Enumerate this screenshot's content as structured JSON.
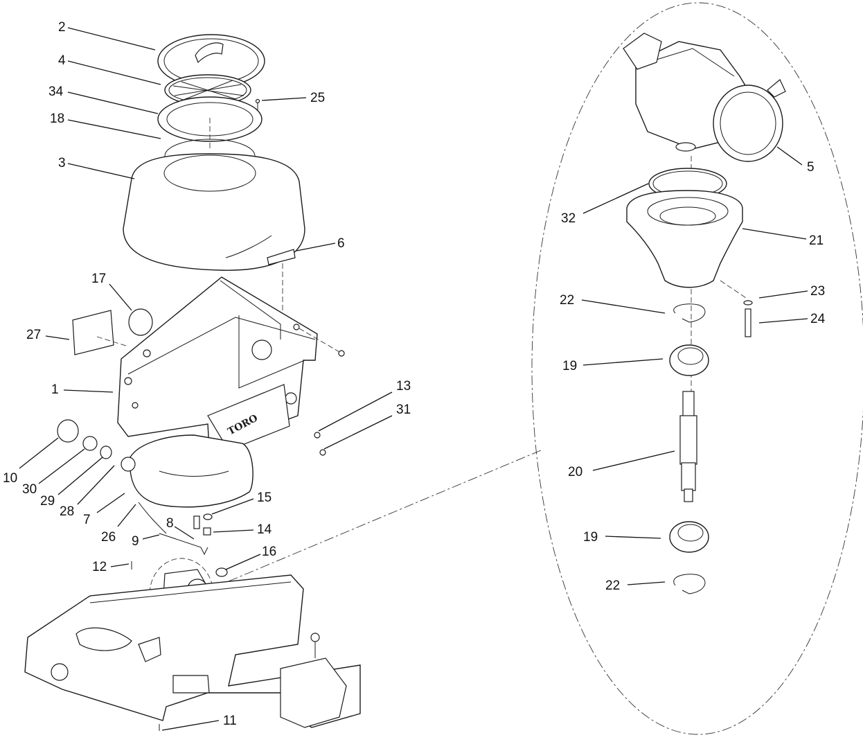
{
  "brand_logo_text": "TORO",
  "callouts": {
    "c1": "1",
    "c2": "2",
    "c3": "3",
    "c4": "4",
    "c5": "5",
    "c6": "6",
    "c7": "7",
    "c8": "8",
    "c9": "9",
    "c10": "10",
    "c11": "11",
    "c12": "12",
    "c13": "13",
    "c14": "14",
    "c15": "15",
    "c16": "16",
    "c17": "17",
    "c18": "18",
    "c19a": "19",
    "c19b": "19",
    "c20": "20",
    "c21": "21",
    "c22a": "22",
    "c22b": "22",
    "c23": "23",
    "c24": "24",
    "c25": "25",
    "c26": "26",
    "c27": "27",
    "c28": "28",
    "c29": "29",
    "c30": "30",
    "c31": "31",
    "c32": "32",
    "c34": "34"
  }
}
